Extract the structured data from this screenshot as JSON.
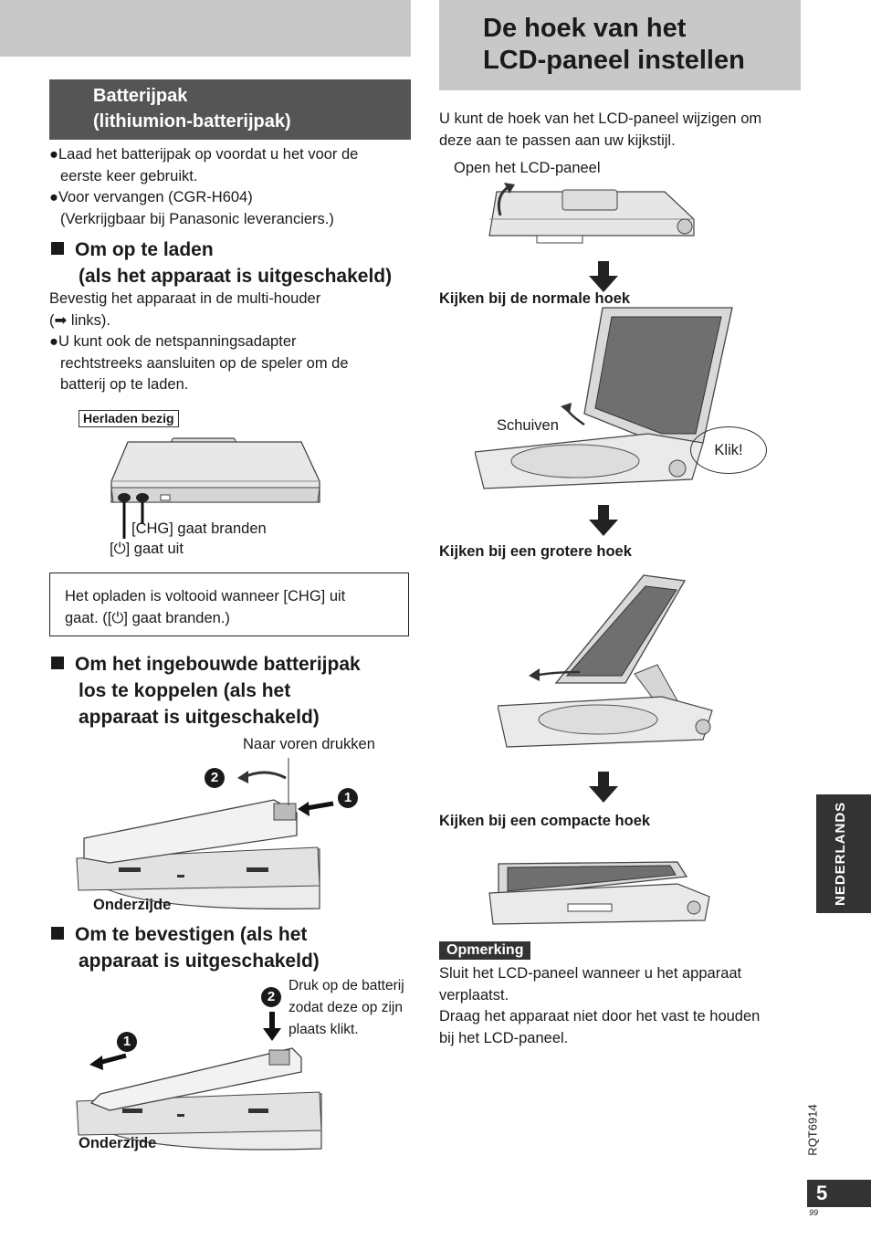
{
  "right_title": {
    "line1": "De hoek van het",
    "line2": "LCD-paneel instellen"
  },
  "left": {
    "section_header": {
      "line1": "Batterijpak",
      "line2": "(lithiumion-batterijpak)"
    },
    "bullets": [
      {
        "line1": "●Laad het batterijpak op voordat u het voor de",
        "line2": "eerste keer gebruikt."
      },
      {
        "line1": "●Voor vervangen (CGR-H604)",
        "line2": "(Verkrijgbaar bij Panasonic leveranciers.)"
      }
    ],
    "charge": {
      "heading_line1": "Om op te laden",
      "heading_line2": "(als het apparaat is uitgeschakeld)",
      "text1": "Bevestig het apparaat in de multi-houder",
      "text2": "(➡ links).",
      "bullet_line1": "●U kunt ook de netspanningsadapter",
      "bullet_line2": "rechtstreeks aansluiten op de speler om de",
      "bullet_line3": "batterij op te laden.",
      "label": "Herladen bezig",
      "chg_text": "[CHG] gaat branden",
      "power_text": "[⏻] gaat uit"
    },
    "note_box": {
      "line1": "Het opladen is voltooid wanneer [CHG] uit",
      "line2": "gaat. ([⏻] gaat branden.)"
    },
    "detach": {
      "line1": "Om het ingebouwde batterijpak",
      "line2": "los te koppelen (als het",
      "line3": "apparaat is uitgeschakeld)",
      "push_label": "Naar voren drukken",
      "step1": "1",
      "step2": "2",
      "bottom_label": "Onderzijde"
    },
    "attach": {
      "line1": "Om te bevestigen (als het",
      "line2": "apparaat is uitgeschakeld)",
      "note_line1": "Druk op de batterij",
      "note_line2": "zodat deze op zijn",
      "note_line3": "plaats klikt.",
      "step1": "1",
      "step2": "2",
      "bottom_label": "Onderzijde"
    }
  },
  "right": {
    "intro_line1": "U kunt de hoek van het LCD-paneel wijzigen om",
    "intro_line2": "deze aan te passen aan uw kijkstijl.",
    "open_label": "Open het LCD-paneel",
    "normal_label": "Kijken bij de normale hoek",
    "slide_label": "Schuiven",
    "click_label": "Klik!",
    "larger_label": "Kijken bij een grotere hoek",
    "compact_label": "Kijken bij een compacte hoek",
    "note_label": "Opmerking",
    "note_line1": "Sluit het LCD-paneel wanneer u het apparaat",
    "note_line2": "verplaatst.",
    "note_line3": "Draag het apparaat niet door het vast te houden",
    "note_line4": "bij het LCD-paneel."
  },
  "side_tab": "NEDERLANDS",
  "doc_code": "RQT6914",
  "page_number": "5",
  "page_sub": "99",
  "colors": {
    "header_gray": "#c8c8c8",
    "section_dark": "#555555",
    "tab_dark": "#333333"
  }
}
